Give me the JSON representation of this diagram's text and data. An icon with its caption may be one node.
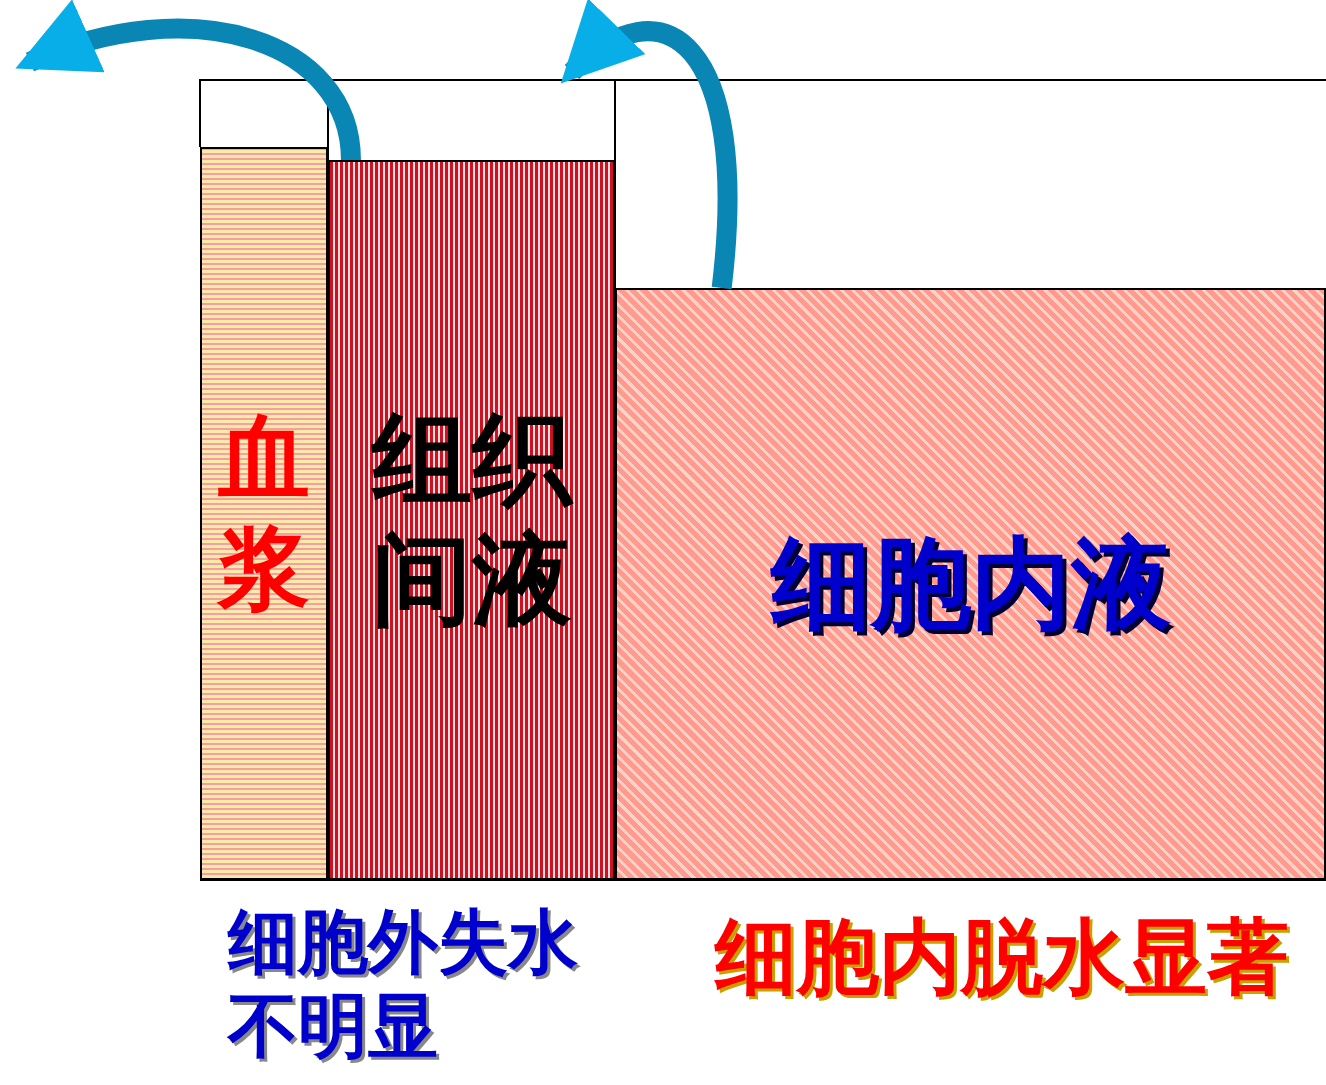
{
  "diagram": {
    "nodes": [
      {
        "text": [
          "血浆"
        ]
      },
      {
        "text": [
          "组织间液"
        ]
      },
      {
        "text": [
          "细胞内液"
        ]
      }
    ],
    "edges": [
      {
        "from": 1,
        "to": null,
        "arrow": "to"
      },
      {
        "from": 2,
        "to": 1,
        "arrow": "to"
      }
    ],
    "labels": [
      "细胞外失水不明显",
      "细胞内脱水显著"
    ]
  }
}
